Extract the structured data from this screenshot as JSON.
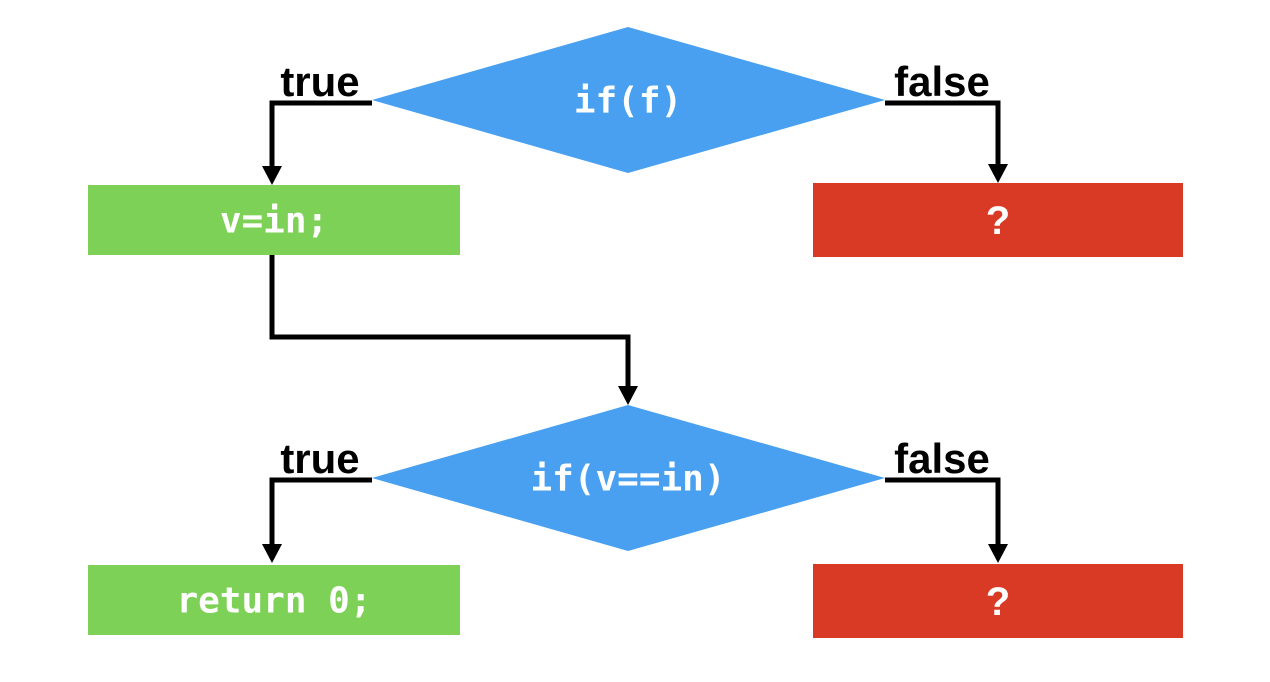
{
  "page": {
    "background": "#ffffff"
  },
  "colors": {
    "decision_fill": "#49A0F0",
    "true_fill": "#7DD156",
    "false_fill": "#D93A25",
    "connector": "#000000",
    "branch_label_text": "#000000",
    "node_text": "#ffffff"
  },
  "flowchart": {
    "decision1": {
      "label": "if(f)"
    },
    "decision2": {
      "label": "if(v==in)"
    },
    "branch_true": "true",
    "branch_false": "false",
    "true_node1": {
      "label": "v=in;"
    },
    "false_node1": {
      "label": "?"
    },
    "true_node2": {
      "label": "return 0;"
    },
    "false_node2": {
      "label": "?"
    }
  }
}
